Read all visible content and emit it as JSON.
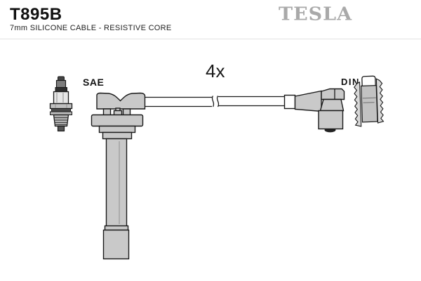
{
  "header": {
    "part_number": "T895B",
    "subtitle": "7mm SILICONE CABLE - RESISTIVE CORE",
    "brand": "TESLA"
  },
  "diagram": {
    "quantity": "4x",
    "connector_left": "SAE",
    "connector_right": "DIN"
  },
  "icons": [
    "spark-plug-icon",
    "plug-boot-icon",
    "ignition-cable",
    "cable-break-icon",
    "din-elbow-plug-icon",
    "din-socket-section-icon"
  ],
  "colors": {
    "outline": "#1a1a1a",
    "part-gray": "#c9c9c9",
    "brand-gray": "#a9a9a9",
    "divider": "#e2e2e2",
    "background": "#ffffff"
  }
}
